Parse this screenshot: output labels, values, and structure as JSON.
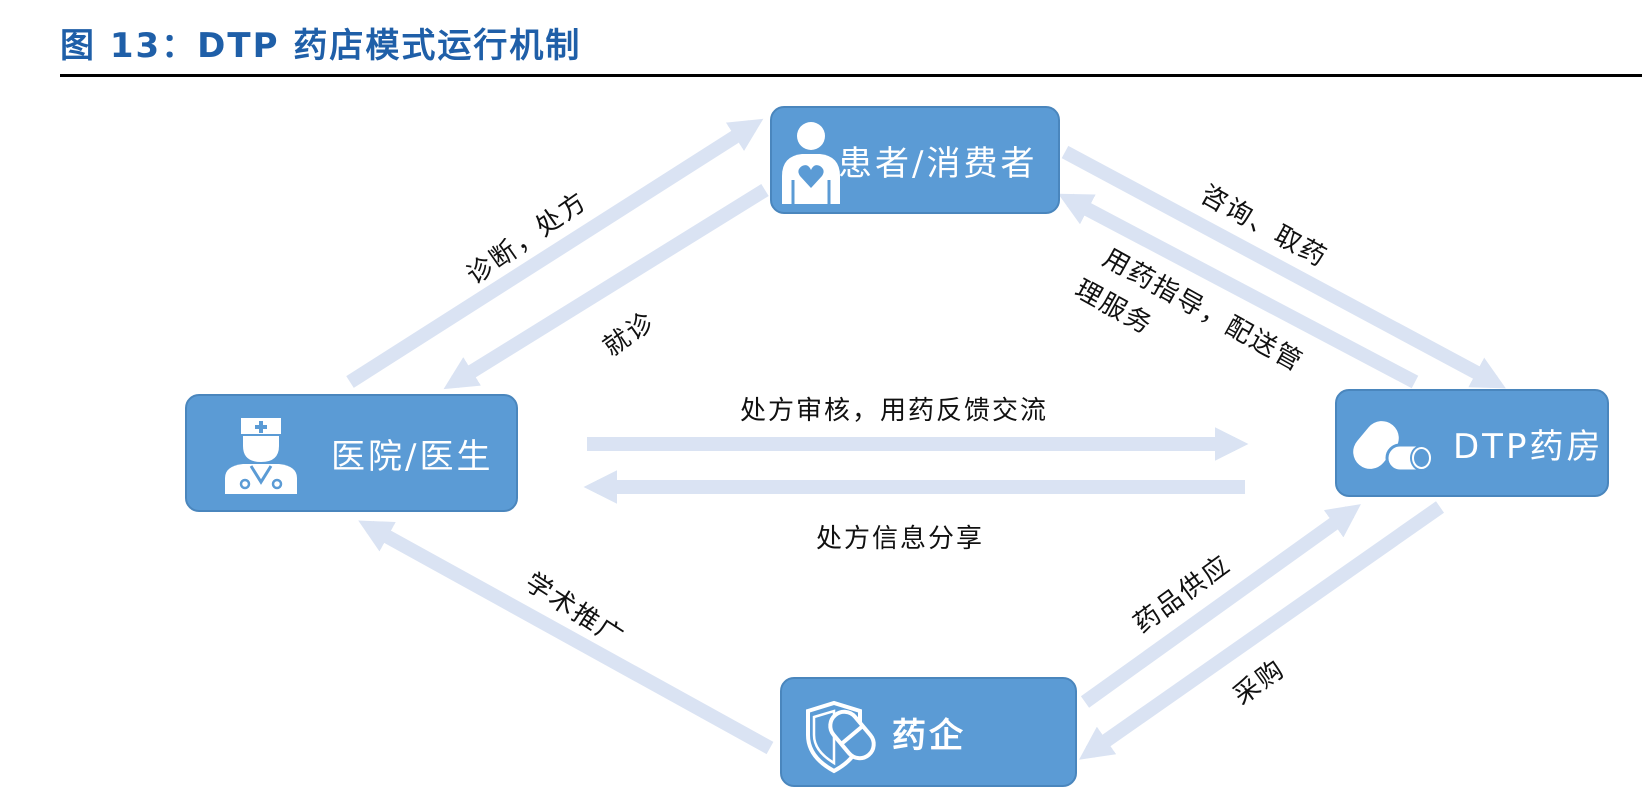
{
  "header": {
    "title": "图 13：DTP 药店模式运行机制"
  },
  "nodes": {
    "patient": {
      "label": "患者/消费者",
      "icon": "patient-icon"
    },
    "hospital": {
      "label": "医院/医生",
      "icon": "doctor-icon"
    },
    "pharmacy": {
      "label": "DTP药房",
      "icon": "pills-icon"
    },
    "pharma": {
      "label": "药企",
      "icon": "shield-pill-icon"
    }
  },
  "edges": {
    "diagnosis": "诊断，处方",
    "visit": "就诊",
    "consult": "咨询、取药",
    "guidance_line1": "用药指导，配送管",
    "guidance_line2": "理服务",
    "review": "处方审核，用药反馈交流",
    "share": "处方信息分享",
    "promo": "学术推广",
    "supply": "药品供应",
    "purchase": "采购"
  },
  "colors": {
    "node_fill": "#5b9bd5",
    "arrow_fill": "#dae3f3",
    "title": "#1f5fa8"
  }
}
